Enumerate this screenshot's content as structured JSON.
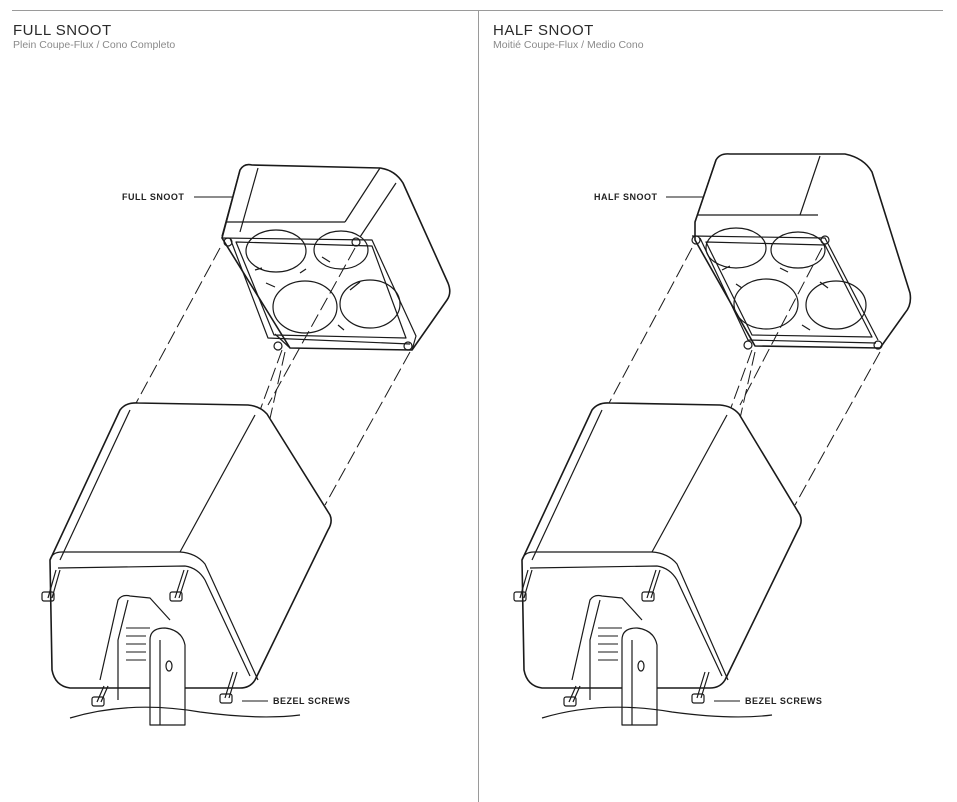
{
  "panels": [
    {
      "title": "FULL SNOOT",
      "subtitle": "Plein Coupe-Flux / Cono Completo",
      "snoot_label": "FULL SNOOT",
      "screws_label": "BEZEL SCREWS"
    },
    {
      "title": "HALF SNOOT",
      "subtitle": "Moitié Coupe-Flux / Medio Cono",
      "snoot_label": "HALF SNOOT",
      "screws_label": "BEZEL SCREWS"
    }
  ]
}
